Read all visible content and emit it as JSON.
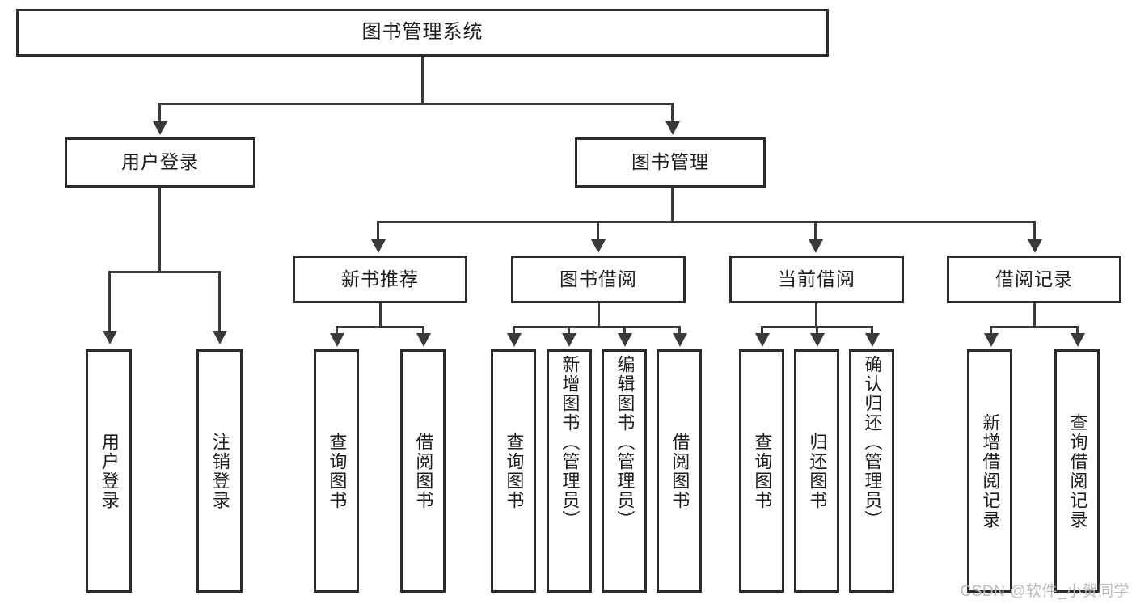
{
  "diagram": {
    "type": "tree-hierarchy-chart",
    "title": "图书管理系统",
    "stroke_color": "#2b2b2b",
    "connector_color": "#3a3a3a",
    "background_color": "#ffffff",
    "text_color": "#1d1d1d",
    "levels": 4
  },
  "root": {
    "label": "图书管理系统"
  },
  "level2": [
    {
      "label": "用户登录"
    },
    {
      "label": "图书管理"
    }
  ],
  "level3": [
    {
      "label": "新书推荐"
    },
    {
      "label": "图书借阅"
    },
    {
      "label": "当前借阅"
    },
    {
      "label": "借阅记录"
    }
  ],
  "leaves": {
    "user_login": [
      {
        "label": "用户登录"
      },
      {
        "label": "注销登录"
      }
    ],
    "new_book_recommend": [
      {
        "label": "查询图书"
      },
      {
        "label": "借阅图书"
      }
    ],
    "book_borrow": [
      {
        "label": "查询图书"
      },
      {
        "label": "新增图书（管理员）"
      },
      {
        "label": "编辑图书（管理员）"
      },
      {
        "label": "借阅图书"
      }
    ],
    "current_borrow": [
      {
        "label": "查询图书"
      },
      {
        "label": "归还图书"
      },
      {
        "label": "确认归还（管理员）"
      }
    ],
    "borrow_records": [
      {
        "label": "新增借阅记录"
      },
      {
        "label": "查询借阅记录"
      }
    ]
  },
  "watermark": {
    "text": "CSDN @软件_小贺同学"
  }
}
